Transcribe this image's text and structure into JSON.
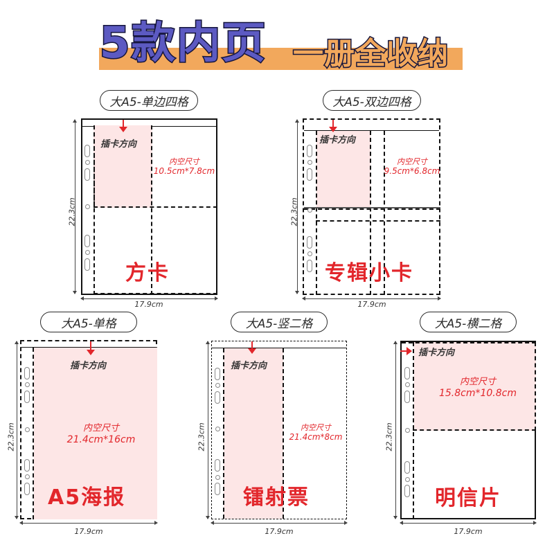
{
  "header": {
    "title_main": "5款内页",
    "title_sub": "一册全收纳",
    "colors": {
      "main_fill": "#5c5ac2",
      "sub_fill": "#f2a85c",
      "outline": "#15153c",
      "bar": "#f2a85c"
    }
  },
  "common": {
    "insert_direction": "插卡方向",
    "inner_size_title": "内空尺寸",
    "width_dim": "17.9cm",
    "height_dim": "22.3cm",
    "accent_color": "#e2262b",
    "pocket_fill": "#fde6e6"
  },
  "pages": [
    {
      "name": "大A5-单边四格",
      "inner_size": "10.5cm*7.8cm",
      "type": "方卡",
      "layout": "2x2"
    },
    {
      "name": "大A5-双边四格",
      "inner_size": "9.5cm*6.8cm",
      "type": "专辑小卡",
      "layout": "2x2 double-edge"
    },
    {
      "name": "大A5-单格",
      "inner_size": "21.4cm*16cm",
      "type": "A5海报",
      "layout": "1x1"
    },
    {
      "name": "大A5-竖二格",
      "inner_size": "21.4cm*8cm",
      "type": "镭射票",
      "layout": "2 vertical"
    },
    {
      "name": "大A5-横二格",
      "inner_size": "15.8cm*10.8cm",
      "type": "明信片",
      "layout": "2 horizontal"
    }
  ]
}
